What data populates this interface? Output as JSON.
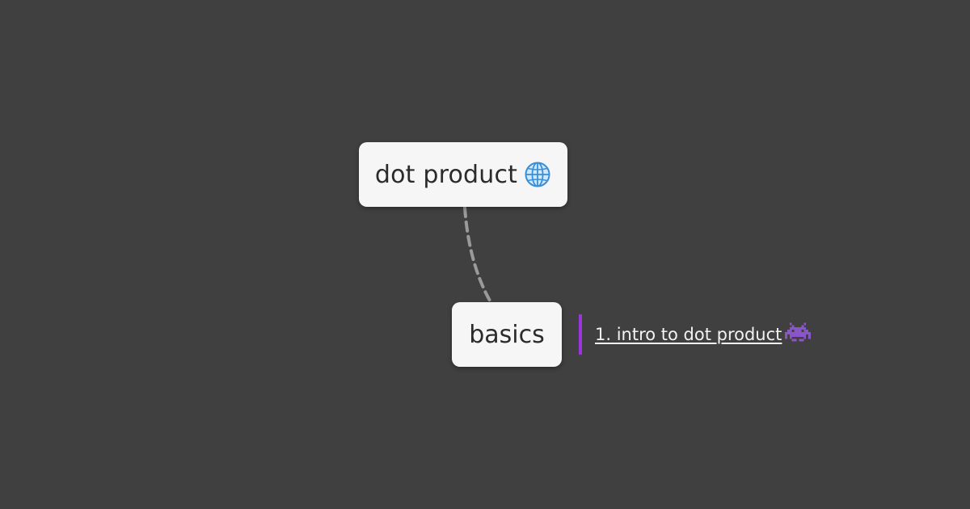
{
  "diagram": {
    "root": {
      "label": "dot product",
      "icon": "globe-icon"
    },
    "child": {
      "label": "basics"
    },
    "leaf": {
      "label": "1. intro to dot product",
      "icon": "alien-monster-icon",
      "accent_color": "#9b35de"
    },
    "colors": {
      "background": "#404040",
      "node_fill": "#f6f6f6",
      "edge": "#9a9a9a"
    }
  }
}
